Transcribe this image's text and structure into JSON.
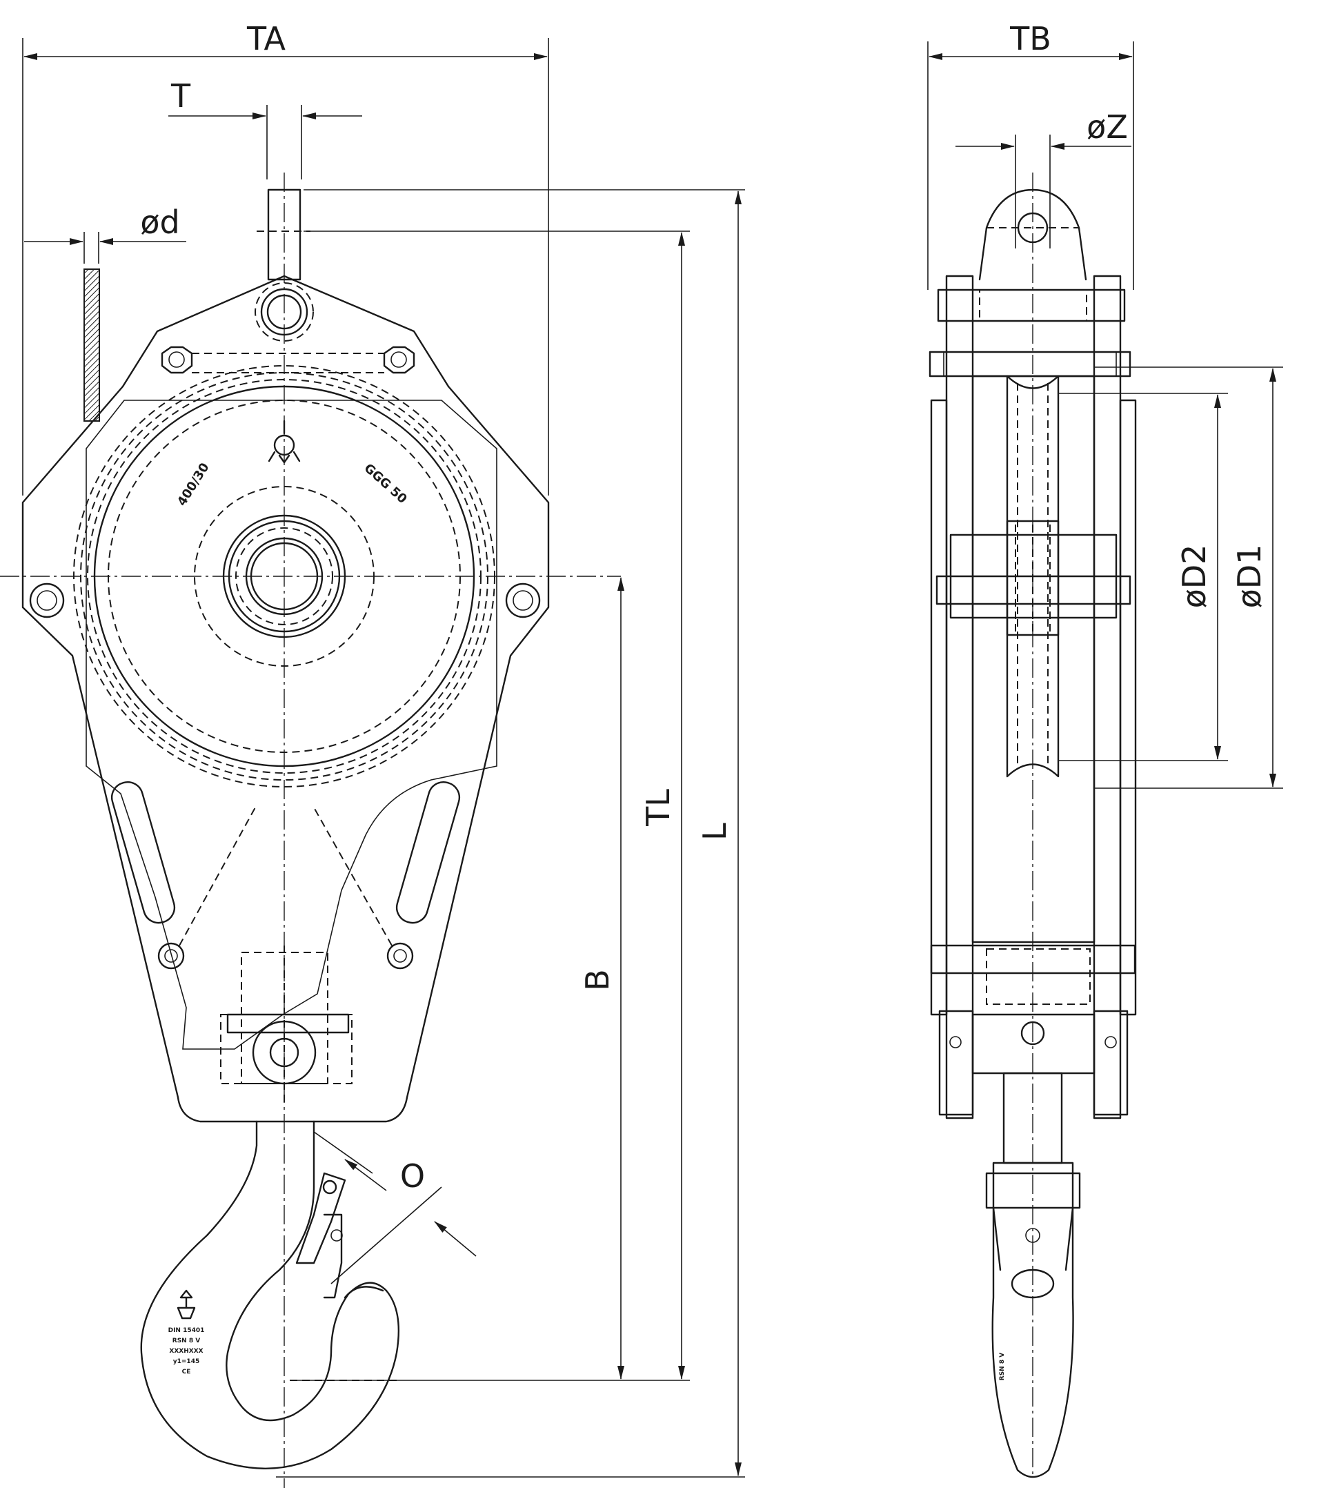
{
  "dimensions": {
    "TA": "TA",
    "T": "T",
    "d": "ød",
    "TB": "TB",
    "Z": "øZ",
    "D2": "øD2",
    "D1": "øD1",
    "TL": "TL",
    "L": "L",
    "B": "B",
    "O": "O"
  },
  "markings": {
    "sheave_left": "400/30",
    "sheave_right": "GGG 50",
    "hook_line1": "DIN 15401",
    "hook_line2": "RSN 8 V",
    "hook_line3": "XXXHXXX",
    "hook_line4": "y1=145",
    "hook_line5": "CE",
    "side_hook_text": "RSN 8 V"
  },
  "colors": {
    "line": "#1a1a1a",
    "background": "#ffffff"
  }
}
